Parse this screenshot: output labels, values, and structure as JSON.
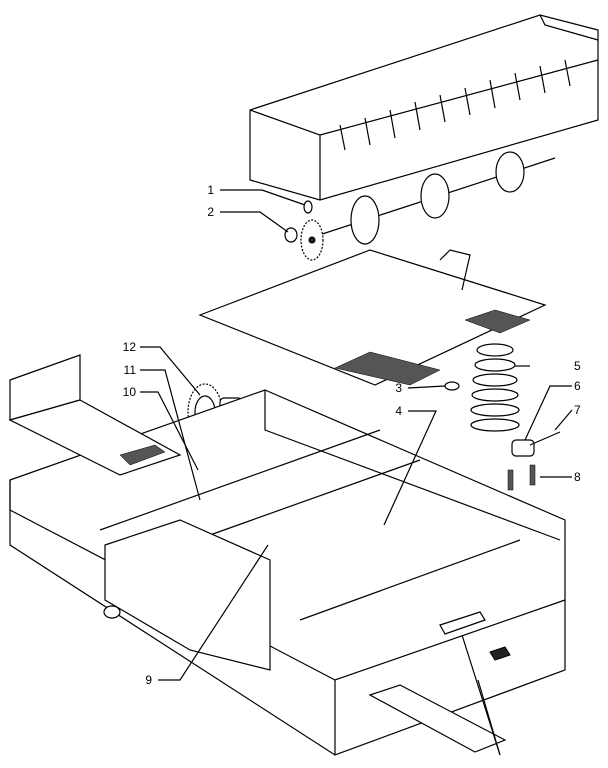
{
  "callouts": [
    {
      "num": "1"
    },
    {
      "num": "2"
    },
    {
      "num": "3"
    },
    {
      "num": "4"
    },
    {
      "num": "5"
    },
    {
      "num": "6"
    },
    {
      "num": "7"
    },
    {
      "num": "8"
    },
    {
      "num": "9"
    },
    {
      "num": "10"
    },
    {
      "num": "11"
    },
    {
      "num": "12"
    }
  ]
}
